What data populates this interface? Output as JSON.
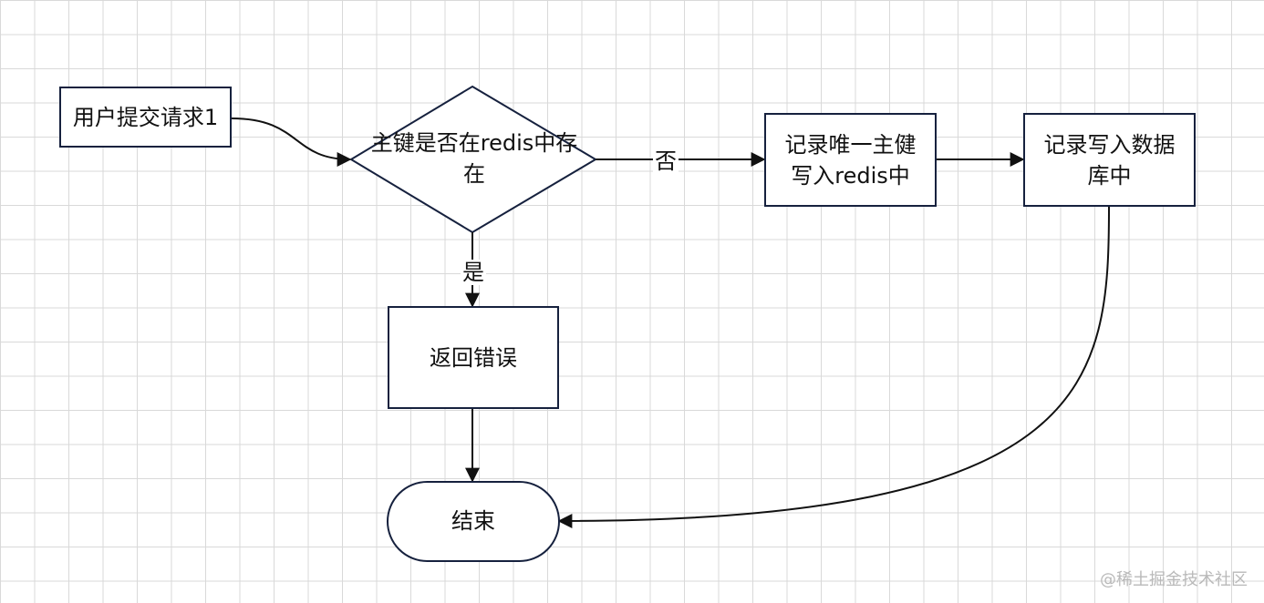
{
  "nodes": {
    "submit": "用户提交请求1",
    "decision_line1": "主键是否在redis中存",
    "decision_line2": "在",
    "record_redis_line1": "记录唯一主健",
    "record_redis_line2": "写入redis中",
    "write_db_line1": "记录写入数据",
    "write_db_line2": "库中",
    "return_error": "返回错误",
    "end": "结束"
  },
  "edges": {
    "no_label": "否",
    "yes_label": "是"
  },
  "watermark": "@稀土掘金技术社区",
  "colors": {
    "stroke": "#16213e",
    "arrow": "#111111",
    "grid": "#d9d9d9"
  }
}
